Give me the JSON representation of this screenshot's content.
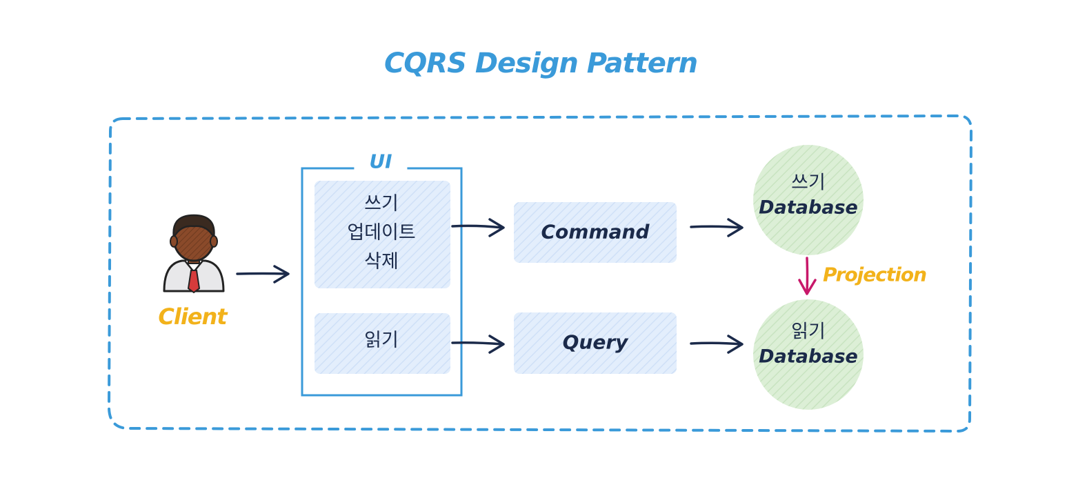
{
  "title": "CQRS Design Pattern",
  "client": {
    "label": "Client"
  },
  "ui": {
    "label": "UI",
    "write_actions": [
      "쓰기",
      "업데이트",
      "삭제"
    ],
    "read_action": "읽기"
  },
  "command": {
    "label": "Command"
  },
  "query": {
    "label": "Query"
  },
  "write_db": {
    "kind": "쓰기",
    "label": "Database"
  },
  "read_db": {
    "kind": "읽기",
    "label": "Database"
  },
  "projection": {
    "label": "Projection"
  },
  "colors": {
    "title": "#3a9ad9",
    "dashed_border": "#3a9ad9",
    "accent_yellow": "#f2b21b",
    "box_fill": "#dbe9fb",
    "db_fill": "#d6ecd0",
    "arrow": "#1b2a4a",
    "projection_arrow": "#c8186a"
  }
}
